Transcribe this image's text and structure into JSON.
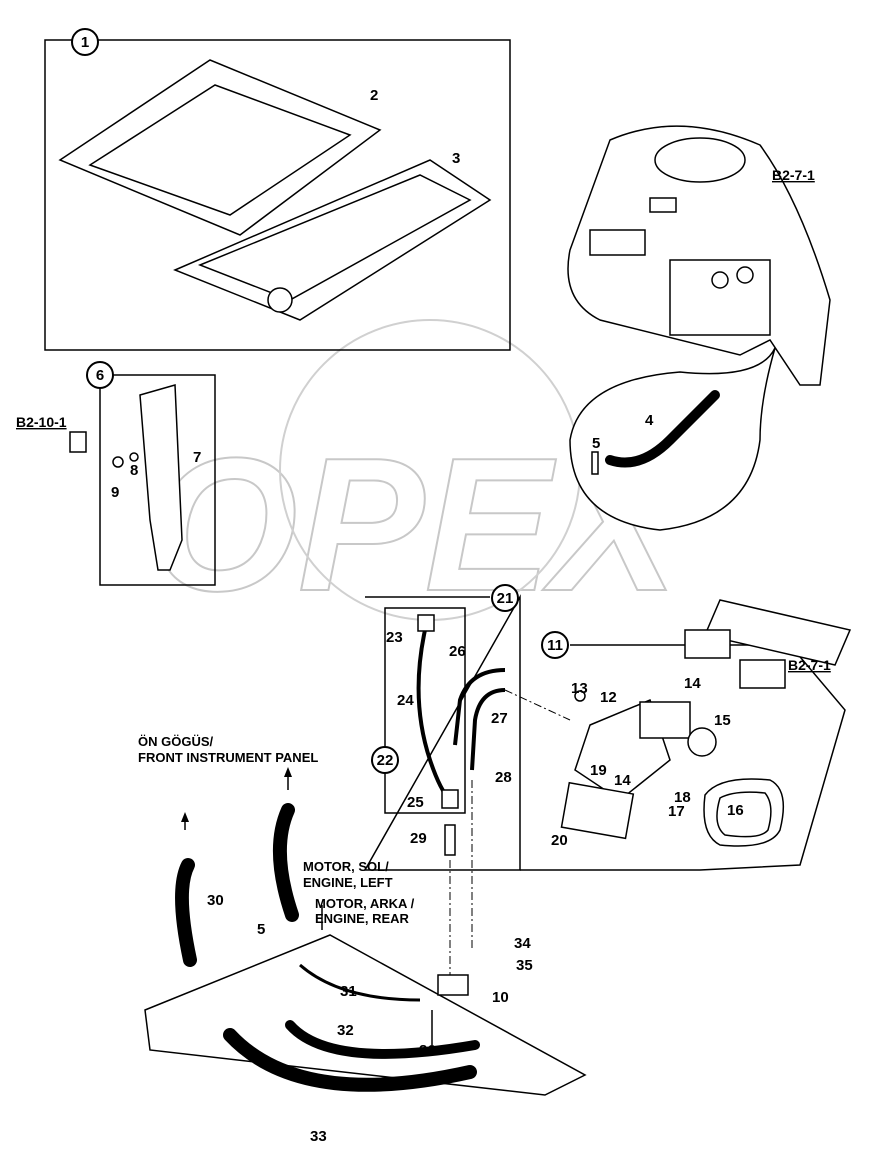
{
  "watermark": "OPEX",
  "callouts": [
    "1",
    "6",
    "21",
    "11",
    "22"
  ],
  "references": [
    "B2-7-1",
    "B2-10-1",
    "B2-7-1"
  ],
  "part_numbers": [
    "2",
    "3",
    "4",
    "5",
    "7",
    "8",
    "9",
    "23",
    "26",
    "24",
    "27",
    "13",
    "12",
    "14",
    "15",
    "19",
    "14",
    "18",
    "17",
    "16",
    "20",
    "25",
    "28",
    "29",
    "30",
    "5",
    "34",
    "35",
    "10",
    "31",
    "32",
    "36",
    "33"
  ],
  "notes": {
    "front_panel_tr": "ÖN GÖGÜS/",
    "front_panel_en": "FRONT INSTRUMENT PANEL",
    "engine_left_tr": "MOTOR, SOL/",
    "engine_left_en": "ENGINE, LEFT",
    "engine_rear_tr": "MOTOR, ARKA /",
    "engine_rear_en": "ENGINE, REAR"
  }
}
